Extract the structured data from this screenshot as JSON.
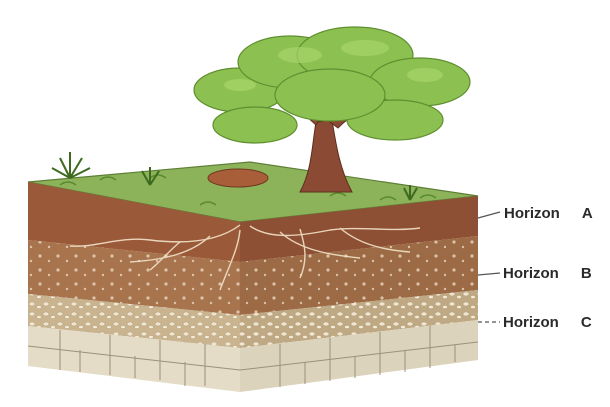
{
  "figure": {
    "subject": "soil profile block with tree",
    "colors": {
      "grass": "#8db35a",
      "horizon_a": "#9a5a3a",
      "horizon_b": "#a8744e",
      "horizon_c": "#c9b48f",
      "bedrock": "#e4dcc6",
      "foliage": "#8cc152",
      "trunk": "#8a4a34"
    }
  },
  "labels": [
    {
      "word": "Horizon",
      "letter": "A"
    },
    {
      "word": "Horizon",
      "letter": "B"
    },
    {
      "word": "Horizon",
      "letter": "C"
    }
  ]
}
